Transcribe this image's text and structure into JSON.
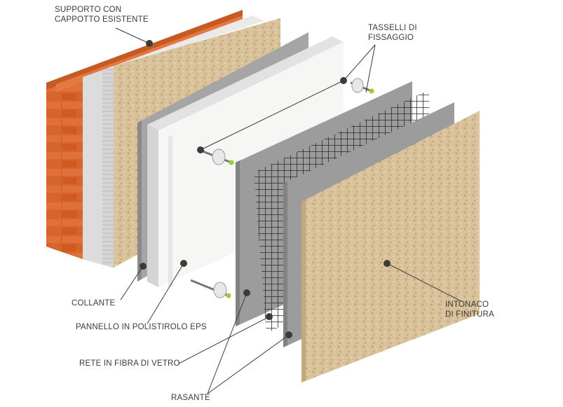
{
  "labels": {
    "supporto": {
      "line1": "SUPPORTO CON",
      "line2": "CAPPOTTO ESISTENTE"
    },
    "tasselli": {
      "line1": "TASSELLI DI",
      "line2": "FISSAGGIO"
    },
    "collante": "COLLANTE",
    "pannello": "PANNELLO IN POLISTIROLO EPS",
    "rete": "RETE IN FIBRA DI VETRO",
    "rasante": "RASANTE",
    "intonaco": {
      "line1": "INTONACO",
      "line2": "DI FINITURA"
    }
  },
  "colors": {
    "brick": "#d8642a",
    "mortar": "#f3e6d8",
    "render": "#d9c29a",
    "eps": "#f6f6f4",
    "rasante": "#9c9c9c",
    "mesh": "#2a2a2a",
    "leader": "#3b3b3b",
    "dowel_tip": "#9acd32"
  }
}
